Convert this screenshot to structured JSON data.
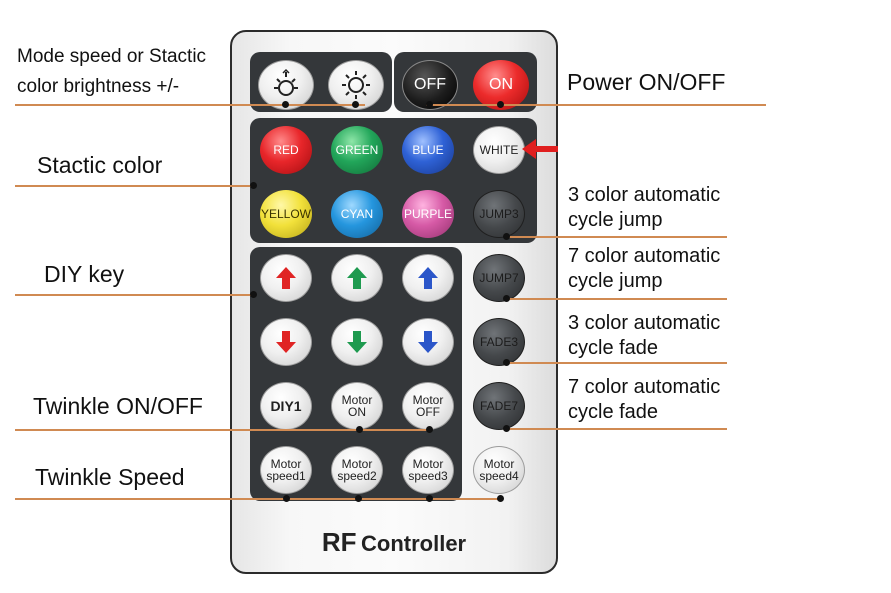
{
  "annotations": {
    "mode_speed": "Mode speed or Stactic\ncolor brightness +/-",
    "power": "Power ON/OFF",
    "static_color": "Stactic color",
    "diy_key": "DIY key",
    "twinkle_onoff": "Twinkle ON/OFF",
    "twinkle_speed": "Twinkle Speed",
    "jump3": "3 color automatic\ncycle jump",
    "jump7": "7 color automatic\ncycle jump",
    "fade3": "3 color automatic\ncycle fade",
    "fade7": "7 color automatic\ncycle fade"
  },
  "buttons": {
    "off": "OFF",
    "on": "ON",
    "red": "RED",
    "green": "GREEN",
    "blue": "BLUE",
    "white": "WHITE",
    "yellow": "YELLOW",
    "cyan": "CYAN",
    "purple": "PURPLE",
    "jump3": "JUMP3",
    "jump7": "JUMP7",
    "fade3": "FADE3",
    "fade7": "FADE7",
    "diy1": "DIY1",
    "motor_on": "Motor\nON",
    "motor_off": "Motor\nOFF",
    "motor_speed1": "Motor\nspeed1",
    "motor_speed2": "Motor\nspeed2",
    "motor_speed3": "Motor\nspeed3",
    "motor_speed4": "Motor\nspeed4"
  },
  "brand": {
    "rf": "RF",
    "controller": "Controller"
  },
  "icons": {
    "brightness_up": "brightness-up-icon",
    "brightness_down": "brightness-down-icon",
    "arrow_up": "arrow-up-icon",
    "arrow_down": "arrow-down-icon",
    "pointer_arrow": "arrow-pointer-icon"
  },
  "colors": {
    "leader_line": "#d08a52",
    "panel": "#34373a",
    "pointer_arrow": "#e01f1f"
  }
}
